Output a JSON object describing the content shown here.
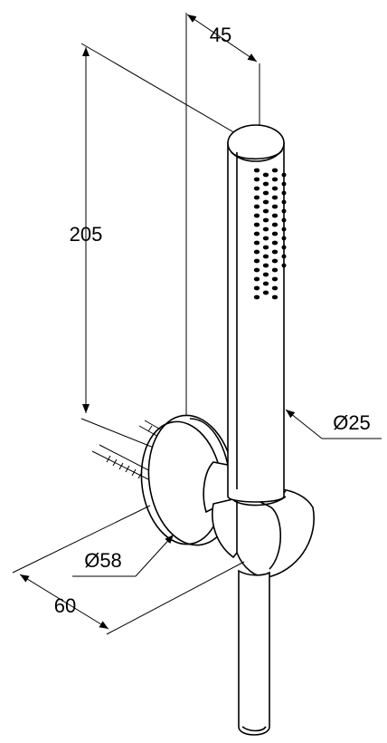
{
  "dimensions": {
    "height_label": "205",
    "top_width_label": "45",
    "handle_diameter_label": "Ø25",
    "flange_diameter_label": "Ø58",
    "depth_label": "60"
  },
  "colors": {
    "line": "#000000",
    "background": "#ffffff"
  }
}
